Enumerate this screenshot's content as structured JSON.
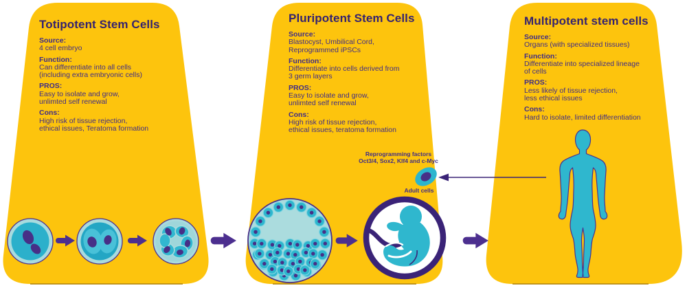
{
  "panels": [
    {
      "title": "Totipotent Stem Cells",
      "sections": [
        {
          "label": "Source:",
          "lines": [
            "4 cell embryo"
          ]
        },
        {
          "label": "Function:",
          "lines": [
            "Can differentiate into all cells",
            "(including extra embryonic cells)"
          ]
        },
        {
          "label": "PROS:",
          "lines": [
            "Easy to isolate and grow,",
            "unlimted self renewal"
          ]
        },
        {
          "label": "Cons:",
          "lines": [
            "High risk of tissue rejection,",
            "ethical issues, Teratoma formation"
          ]
        }
      ]
    },
    {
      "title": "Pluripotent Stem Cells",
      "sections": [
        {
          "label": "Source:",
          "lines": [
            "Blastocyst, Umbilical Cord,",
            "Reprogrammed iPSCs"
          ]
        },
        {
          "label": "Function:",
          "lines": [
            "Differentiate into cells derived from",
            "3 germ layers"
          ]
        },
        {
          "label": "PROS:",
          "lines": [
            "Easy to isolate and grow,",
            "unlimted self renewal"
          ]
        },
        {
          "label": "Cons:",
          "lines": [
            "High risk of tissue rejection,",
            "ethical issues, teratoma formation"
          ]
        }
      ]
    },
    {
      "title": "Multipotent stem cells",
      "sections": [
        {
          "label": "Source:",
          "lines": [
            "Organs (with specialized tissues)"
          ]
        },
        {
          "label": "Function:",
          "lines": [
            "Differentiate into specialized lineage",
            "of cells"
          ]
        },
        {
          "label": "PROS:",
          "lines": [
            "Less likely of tissue rejection,",
            "less ethical issues"
          ]
        },
        {
          "label": "Cons:",
          "lines": [
            "Hard to isolate, limited differentiation"
          ]
        }
      ]
    }
  ],
  "annotations": {
    "reprogramming_factors": [
      "Reprogramming factors",
      "Oct3/4, Sox2, Klf4 and c-Myc"
    ],
    "adult_cells_label": "Adult cells"
  },
  "icons": {
    "panel1_stages": [
      "zygote-cell-icon",
      "two-cell-stage-icon",
      "multi-cell-stage-icon"
    ],
    "panel2_stages": [
      "blastocyst-icon",
      "fetus-in-womb-icon",
      "adult-cell-icon"
    ],
    "panel3_stages": [
      "human-body-icon"
    ],
    "connectors": [
      "arrow-right-icon",
      "reprogramming-arrow-icon"
    ]
  },
  "colors": {
    "panel_yellow": "#FDC40D",
    "title_purple": "#342270",
    "text_purple": "#3F2C87",
    "arrow_purple": "#4C2F8F",
    "outline_purple": "#3A2377",
    "cell_teal": "#2EB6CE",
    "cell_light_teal": "#A9DBDE",
    "nucleus_purple": "#472F87",
    "background": "#FFFFFF"
  }
}
